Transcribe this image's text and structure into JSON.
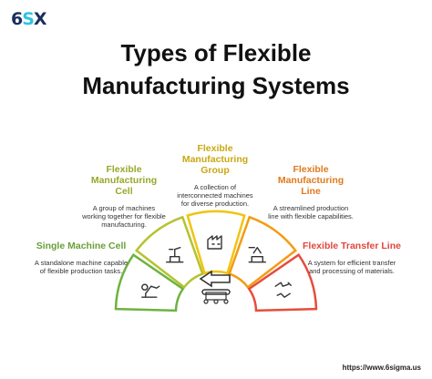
{
  "logo": {
    "main": "6",
    "accent": "S",
    "x": "X"
  },
  "title_line1": "Types of Flexible",
  "title_line2": "Manufacturing Systems",
  "segments": [
    {
      "heading": "Single Machine Cell",
      "description": "A standalone machine capable of flexible production tasks.",
      "color": "#6db33f",
      "icon": "robot-arm-icon"
    },
    {
      "heading": "Flexible Manufacturing Cell",
      "description": "A group of machines working together for flexible manufacturing.",
      "color": "#b5c32f",
      "icon": "machine-arm-icon"
    },
    {
      "heading": "Flexible Manufacturing Group",
      "description": "A collection of interconnected machines for diverse production.",
      "color": "#f1c40f",
      "icon": "factory-gear-icon"
    },
    {
      "heading": "Flexible Manufacturing Line",
      "description": "A streamlined production line with flexible capabilities.",
      "color": "#f39c12",
      "icon": "production-line-icon"
    },
    {
      "heading": "Flexible Transfer Line",
      "description": "A system for efficient transfer and processing of materials.",
      "color": "#e74c3c",
      "icon": "transfer-icon"
    }
  ],
  "center_icon": "conveyor-belt-icon",
  "source_url": "https://www.6sigma.us"
}
